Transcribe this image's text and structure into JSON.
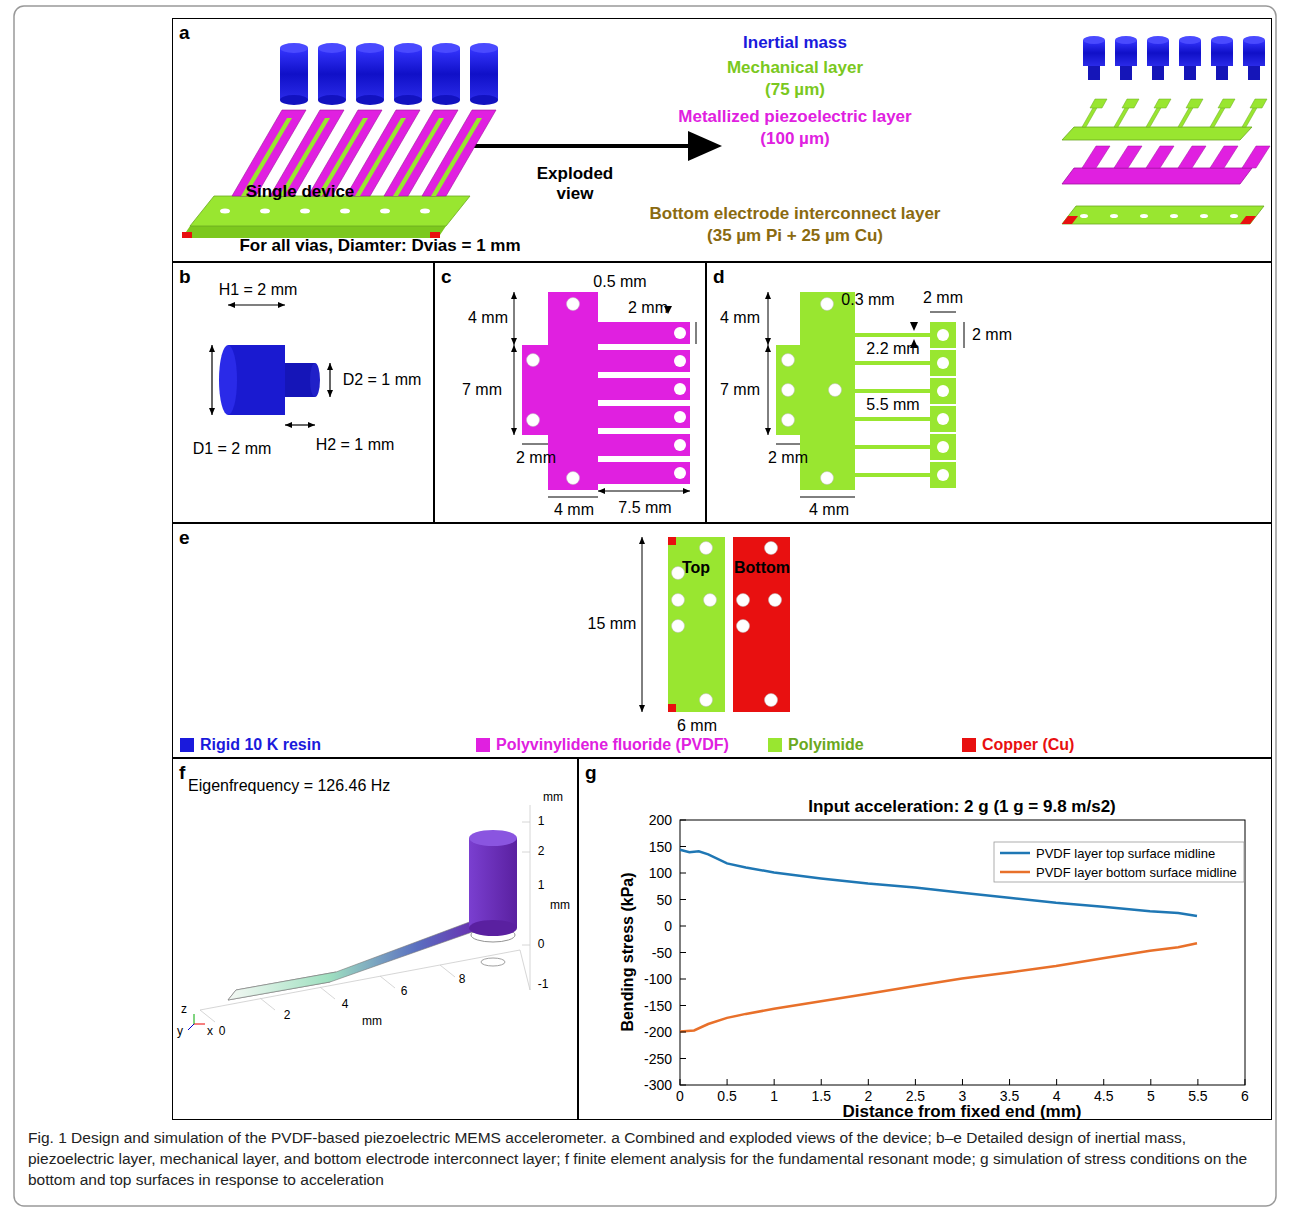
{
  "diagram": {
    "caption": "Fig. 1 Design and simulation of the PVDF-based piezoelectric MEMS accelerometer. a Combined and exploded views of the device; b–e Detailed design of inertial mass, piezoelectric layer, mechanical layer, and bottom electrode interconnect layer; f finite element analysis for the fundamental resonant mode; g simulation of stress conditions on the bottom and top surfaces in response to acceleration",
    "nodes": [
      {
        "text": [
          "a"
        ]
      },
      {
        "text": [
          "b"
        ]
      },
      {
        "text": [
          "c"
        ]
      },
      {
        "text": [
          "d"
        ]
      },
      {
        "text": [
          "e"
        ]
      },
      {
        "text": [
          "f"
        ]
      },
      {
        "text": [
          "g"
        ]
      }
    ],
    "labels": [
      "Inertial mass",
      "Mechanical layer",
      "(75 µm)",
      "Metallized piezoelectric layer",
      "(100 µm)",
      "Single device",
      "Exploded view",
      "Bottom electrode interconnect layer",
      "(35 µm Pi + 25 µm Cu)",
      "For all vias, Diamter: Dvias = 1 mm",
      "H1 = 2 mm",
      "D2 = 1 mm",
      "D1 = 2 mm",
      "H2 = 1 mm",
      "0.5 mm",
      "4 mm",
      "2 mm",
      "7 mm",
      "2 mm",
      "7.5 mm",
      "4 mm",
      "0.3 mm",
      "2 mm",
      "4 mm",
      "2 mm",
      "2.2 mm",
      "7 mm",
      "5.5 mm",
      "2 mm",
      "4 mm",
      "Top",
      "Bottom",
      "15 mm",
      "6 mm",
      "Eigenfrequency = 126.46 Hz",
      "mm",
      "1",
      "2",
      "1",
      "mm",
      "0",
      "-1",
      "0",
      "2",
      "4",
      "mm",
      "6",
      "8",
      "y",
      "z",
      "x",
      "Input acceleration: 2 g (1 g = 9.8 m/s2)",
      "Bending stress (kPa)",
      "200",
      "150",
      "100",
      "50",
      "0",
      "-50",
      "-100",
      "-150",
      "-200",
      "-250",
      "-300",
      "0",
      "0.5",
      "1",
      "1.5",
      "2",
      "2.5",
      "3",
      "3.5",
      "4",
      "4.5",
      "5",
      "5.5",
      "6",
      "Distance from fixed end (mm)"
    ],
    "legend": [
      {
        "text": "Rigid 10 K resin",
        "color": "#1a1adc"
      },
      {
        "text": "Polyvinylidene fluoride (PVDF)",
        "color": "#e020e0"
      },
      {
        "text": "Polyimide",
        "color": "#99e630"
      },
      {
        "text": "Copper (Cu)",
        "color": "#e81010"
      },
      {
        "text": "PVDF layer top surface midline"
      },
      {
        "text": "PVDF layer bottom surface midline"
      }
    ]
  }
}
